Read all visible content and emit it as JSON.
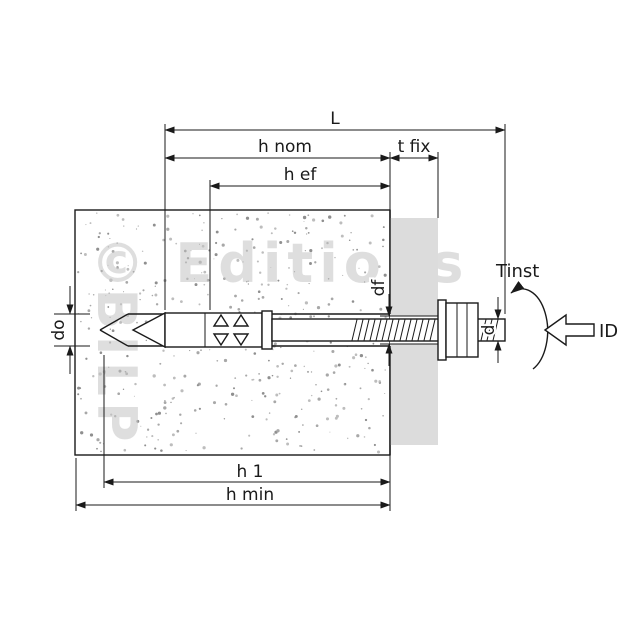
{
  "watermark": {
    "line1": "© Editions",
    "line2": "BILP"
  },
  "dims": {
    "L": "L",
    "h_nom": "h nom",
    "t_fix": "t fix",
    "h_ef": "h ef",
    "h_1": "h 1",
    "h_min": "h min",
    "d_o": "do",
    "d_f": "df",
    "d": "d"
  },
  "annotations": {
    "tinst": "Tinst",
    "id": "ID"
  },
  "colors": {
    "line": "#1a1a1a",
    "fixture": "#dcdcdc",
    "watermark": "#c4c4c4",
    "speckle": "#8f8f8f",
    "background": "#ffffff"
  }
}
